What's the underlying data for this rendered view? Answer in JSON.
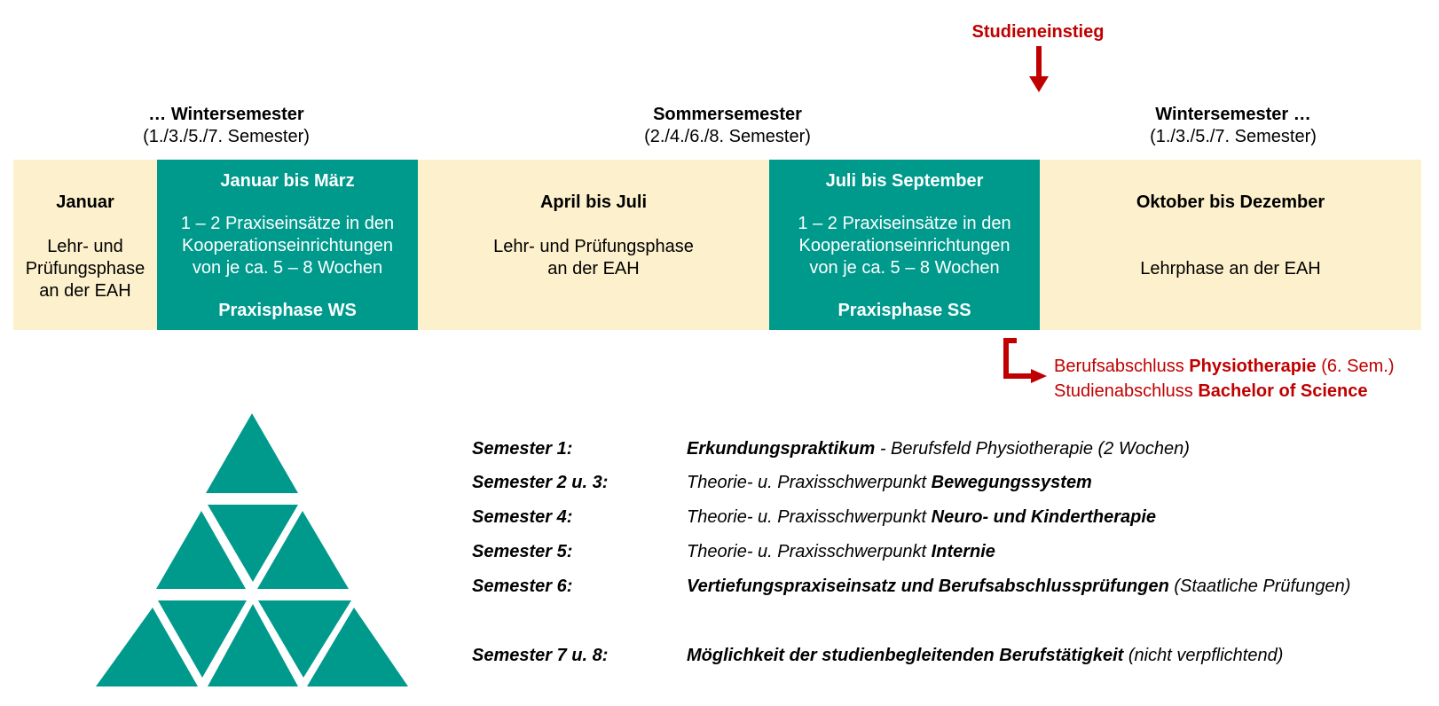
{
  "colors": {
    "teal": "#009A8D",
    "cream": "#FDF0CC",
    "red": "#C00000"
  },
  "entry": {
    "label": "Studieneinstieg"
  },
  "semesters": [
    {
      "name": "… Wintersemester",
      "detail": "(1./3./5./7. Semester)"
    },
    {
      "name": "Sommersemester",
      "detail": "(2./4./6./8. Semester)"
    },
    {
      "name": "Wintersemester …",
      "detail": "(1./3./5./7. Semester)"
    }
  ],
  "blocks": {
    "jan": {
      "title": "Januar",
      "line1": "Lehr- und",
      "line2": "Prüfungsphase",
      "line3": "an der EAH"
    },
    "ws_practice": {
      "title": "Januar bis März",
      "line1": "1 – 2 Praxiseinsätze in den",
      "line2": "Kooperationseinrichtungen",
      "line3": "von je ca. 5 – 8 Wochen",
      "footer": "Praxisphase WS"
    },
    "april": {
      "title": "April bis Juli",
      "line1": "Lehr- und Prüfungsphase",
      "line2": "an der EAH"
    },
    "ss_practice": {
      "title": "Juli bis September",
      "line1": "1 – 2 Praxiseinsätze in den",
      "line2": "Kooperationseinrichtungen",
      "line3": "von je ca. 5 – 8 Wochen",
      "footer": "Praxisphase SS"
    },
    "okt": {
      "title": "Oktober bis Dezember",
      "line1": "Lehrphase an der EAH"
    }
  },
  "degrees": {
    "line1_pre": "Berufsabschluss ",
    "line1_bold": "Physiotherapie",
    "line1_post": " (6. Sem.)",
    "line2_pre": "Studienabschluss ",
    "line2_bold": "Bachelor of Science"
  },
  "legend": [
    {
      "label": "Semester 1:",
      "bold": "Erkundungspraktikum",
      "rest": " - Berufsfeld Physiotherapie (2 Wochen)",
      "bold_first": true
    },
    {
      "label": "Semester 2 u. 3:",
      "pre": "Theorie- u. Praxisschwerpunkt ",
      "bold": "Bewegungssystem"
    },
    {
      "label": "Semester 4:",
      "pre": "Theorie- u. Praxisschwerpunkt ",
      "bold": "Neuro- und Kindertherapie"
    },
    {
      "label": "Semester 5:",
      "pre": "Theorie- u. Praxisschwerpunkt ",
      "bold": "Internie"
    },
    {
      "label": "Semester 6:",
      "bold": "Vertiefungspraxiseinsatz und Berufsabschlussprüfungen",
      "rest": " (Staatliche Prüfungen)",
      "bold_first": true
    },
    {
      "label": "Semester 7 u. 8:",
      "bold": "Möglichkeit der studienbegleitenden Berufstätigkeit",
      "rest": " (nicht verpflichtend)",
      "bold_first": true
    }
  ],
  "logo": {
    "icon": "triangle-pyramid-logo"
  }
}
